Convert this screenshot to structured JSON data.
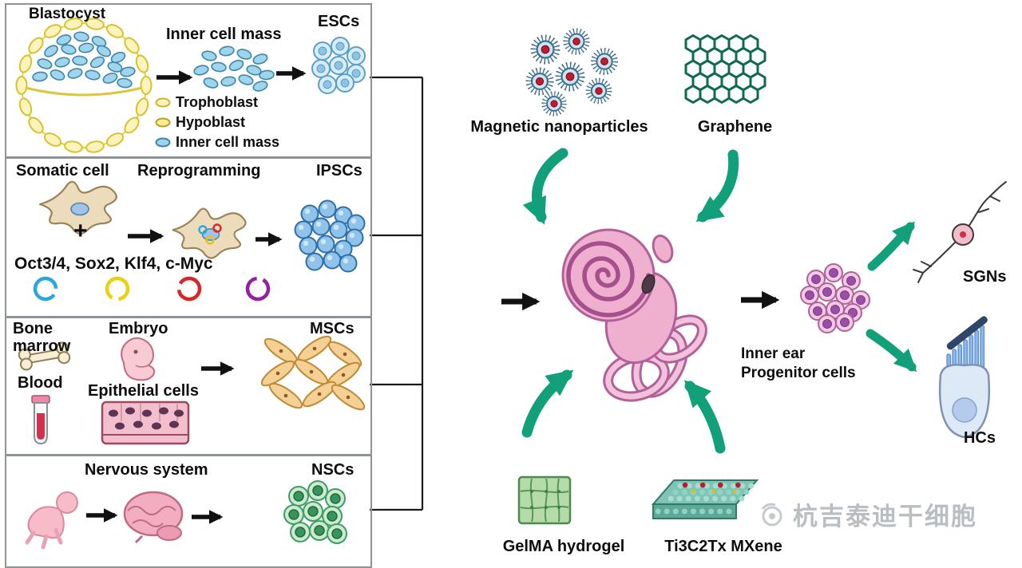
{
  "panels": {
    "esc": {
      "title": "Blastocyst",
      "stage_label": "Inner cell mass",
      "result_label": "ESCs",
      "legend": [
        {
          "label": "Trophoblast"
        },
        {
          "label": "Hypoblast"
        },
        {
          "label": "Inner cell mass"
        }
      ]
    },
    "ipsc": {
      "source_label": "Somatic cell",
      "process_label": "Reprogramming",
      "result_label": "IPSCs",
      "plus_sign": "+",
      "factors_label": "Oct3/4, Sox2, Klf4, c-Myc"
    },
    "msc": {
      "source1_label": "Bone marrow",
      "source2_label": "Embryo",
      "source3_label": "Blood",
      "source4_label": "Epithelial cells",
      "result_label": "MSCs"
    },
    "nsc": {
      "source_label": "Nervous system",
      "result_label": "NSCs"
    }
  },
  "pathway": {
    "materials": {
      "magnetic_nanoparticles": "Magnetic nanoparticles",
      "graphene": "Graphene",
      "gelma": "GelMA hydrogel",
      "mxene": "Ti3C2Tx MXene"
    },
    "progenitor": {
      "line1": "Inner ear",
      "line2": "Progenitor cells"
    },
    "outputs": {
      "sgn": "SGNs",
      "hc": "HCs"
    }
  },
  "watermark": {
    "text": "杭吉泰迪干细胞"
  },
  "colors": {
    "arrow_green": "#12a07b",
    "cochlea_pink": "#efb0cf",
    "cochlea_outline": "#b2609a",
    "panel_border": "#8d9297",
    "esc_blue": "#9fd4ea",
    "ipsc_blue": "#8fc3ea",
    "msc_orange": "#f5d094",
    "nsc_green": "#cdeacf",
    "graphene_green": "#0e6b4f",
    "nanoparticle_red": "#c11b2e",
    "watermark_gray": "#b9bec2"
  },
  "icons": [
    "blastocyst-illustration",
    "inner-cell-mass-illustration",
    "esc-cluster-illustration",
    "somatic-cell-illustration",
    "reprogrammed-cell-illustration",
    "plasmid-ring-icon",
    "ipsc-cluster-illustration",
    "bone-icon",
    "blood-tube-icon",
    "embryo-icon",
    "epithelial-tissue-illustration",
    "msc-cluster-illustration",
    "baby-illustration",
    "brain-illustration",
    "nsc-cluster-illustration",
    "magnetic-nanoparticles-illustration",
    "graphene-lattice-illustration",
    "cochlea-illustration",
    "gelma-hydrogel-illustration",
    "mxene-sheet-illustration",
    "progenitor-cluster-illustration",
    "sgn-neuron-illustration",
    "hair-cell-illustration",
    "green-curved-arrow",
    "black-arrow",
    "bracket",
    "watermark-logo-icon"
  ]
}
